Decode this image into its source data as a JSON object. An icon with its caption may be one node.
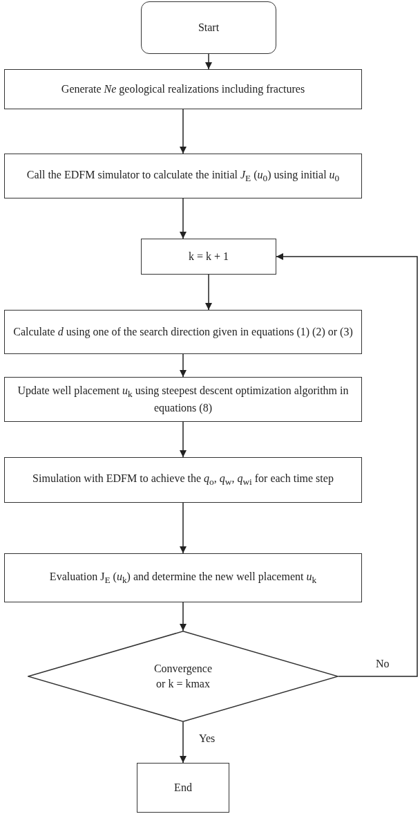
{
  "diagram": {
    "nodes": [
      {
        "text": [
          "Start"
        ]
      },
      {
        "text": [
          "Generate *Ne* geological realizations including fractures"
        ]
      },
      {
        "text": [
          "Call the EDFM simulator to calculate the initial *J*$_{E}$ (*u*$_{0}$) using initial *u*$_{0}$"
        ]
      },
      {
        "text": [
          "k = k + 1"
        ]
      },
      {
        "text": [
          "Calculate *d* using one of the search direction given in equations (1) (2) or (3)"
        ]
      },
      {
        "text": [
          "Update well placement *u*$_{k}$ using steepest descent optimization algorithm in equations (8)"
        ]
      },
      {
        "text": [
          "Simulation with EDFM to achieve the *q*$_{o}$, *q*$_{w}$, *q*$_{wi}$ for each time step"
        ]
      },
      {
        "text": [
          "Evaluation J$_{E}$ (*u*$_{k}$) and determine the new well placement *u*$_{k}$"
        ]
      },
      {
        "text": [
          "Convergence or k = kmax"
        ]
      },
      {
        "text": [
          "End"
        ]
      }
    ],
    "edges": [
      {
        "from": 0,
        "to": 1,
        "arrow": "to"
      },
      {
        "from": 1,
        "to": 2,
        "arrow": "to"
      },
      {
        "from": 2,
        "to": 3,
        "arrow": "to"
      },
      {
        "from": 3,
        "to": 4,
        "arrow": "to"
      },
      {
        "from": 4,
        "to": 5,
        "arrow": "to"
      },
      {
        "from": 5,
        "to": 6,
        "arrow": "to"
      },
      {
        "from": 6,
        "to": 7,
        "arrow": "to"
      },
      {
        "from": 7,
        "to": 8,
        "arrow": "to"
      },
      {
        "from": 8,
        "to": 9,
        "label": "Yes",
        "arrow": "to"
      },
      {
        "from": 8,
        "to": 3,
        "label": "No",
        "arrow": "to"
      }
    ]
  }
}
